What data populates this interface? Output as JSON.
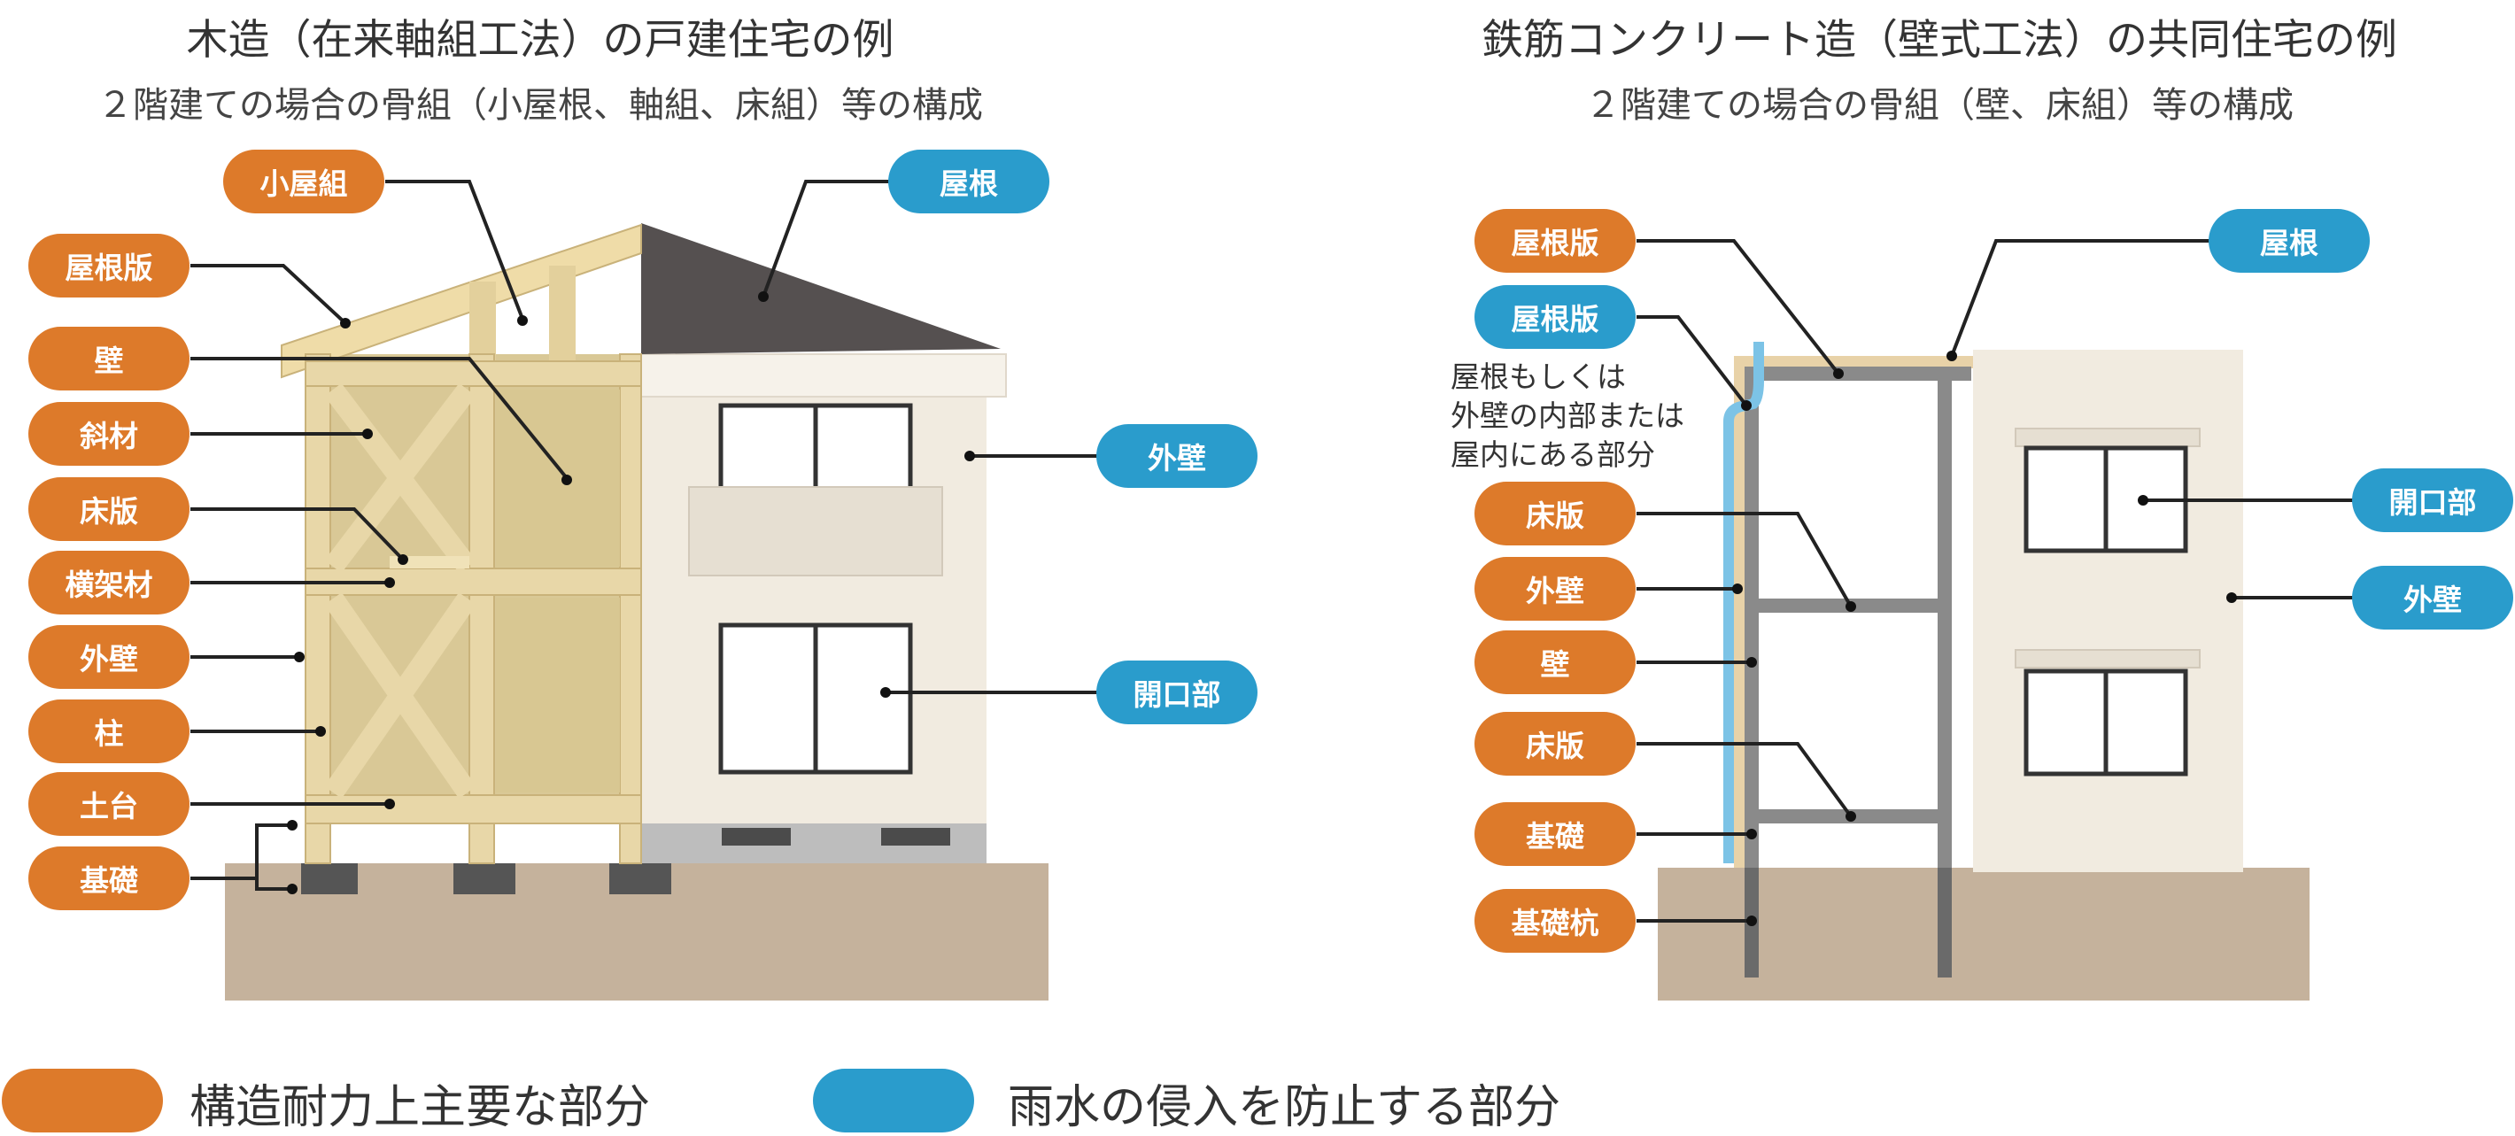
{
  "left": {
    "title": "木造（在来軸組工法）の戸建住宅の例",
    "subtitle": "２階建ての場合の骨組（小屋根、軸組、床組）等の構成",
    "labels": {
      "koyagumi": "小屋組",
      "yaneban": "屋根版",
      "kabe": "壁",
      "shazai": "斜材",
      "yukaban": "床版",
      "yokokazai": "横架材",
      "gaiheki": "外壁",
      "hashira": "柱",
      "dodai": "土台",
      "kiso": "基礎",
      "yane": "屋根",
      "gaiheki_b": "外壁",
      "kaikoubu": "開口部"
    }
  },
  "right": {
    "title": "鉄筋コンクリート造（壁式工法）の共同住宅の例",
    "subtitle": "２階建ての場合の骨組（壁、床組）等の構成",
    "labels": {
      "yaneban1": "屋根版",
      "yaneban2": "屋根版",
      "yukaban1": "床版",
      "gaiheki": "外壁",
      "kabe": "壁",
      "yukaban2": "床版",
      "kiso": "基礎",
      "kisokui": "基礎杭",
      "yane": "屋根",
      "kaikoubu": "開口部",
      "gaiheki_b": "外壁"
    },
    "note": [
      "屋根もしくは",
      "外壁の内部または",
      "屋内にある部分"
    ]
  },
  "legend": {
    "structural": "構造耐力上主要な部分",
    "rainwater": "雨水の侵入を防止する部分"
  },
  "colors": {
    "orange": "#dd7a2a",
    "blue": "#2a9ccc"
  }
}
